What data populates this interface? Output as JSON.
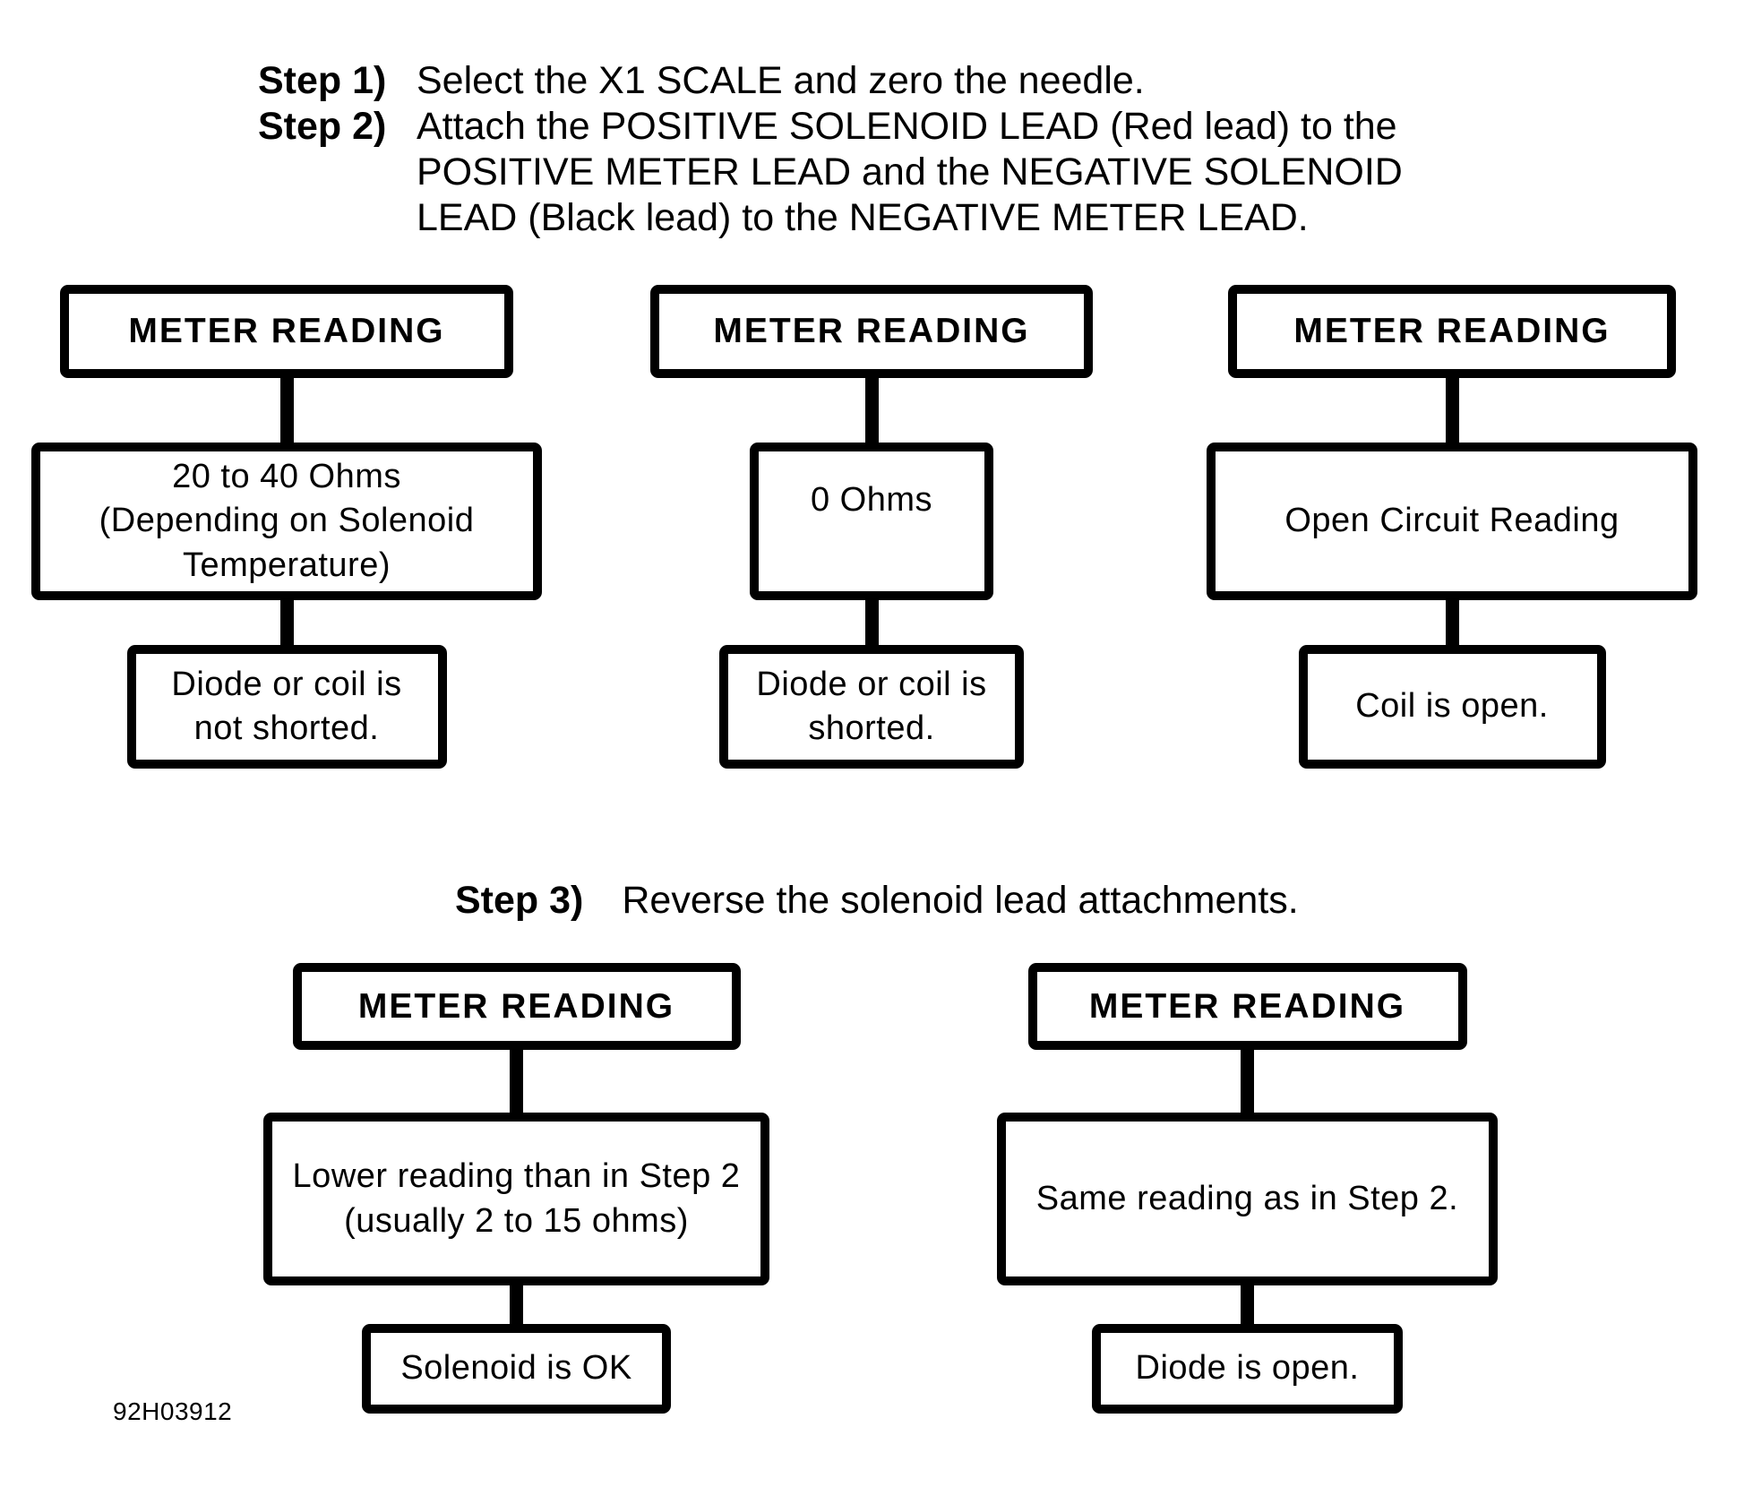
{
  "colors": {
    "ink": "#000000",
    "paper": "#ffffff"
  },
  "instructions": {
    "step1": {
      "label": "Step 1)",
      "text": "Select the X1 SCALE and zero the needle."
    },
    "step2": {
      "label": "Step 2)",
      "line1": "Attach the POSITIVE SOLENOID LEAD (Red lead) to the",
      "line2": "POSITIVE METER LEAD and the NEGATIVE SOLENOID",
      "line3": "LEAD (Black lead) to the NEGATIVE METER LEAD."
    },
    "step3": {
      "label": "Step 3)",
      "text": "Reverse the solenoid lead attachments."
    }
  },
  "flowcharts": {
    "step2_results": [
      {
        "title": "METER READING",
        "reading": "20 to 40 Ohms\n(Depending on Solenoid\nTemperature)",
        "conclusion": "Diode or coil is\nnot shorted."
      },
      {
        "title": "METER READING",
        "reading": "0 Ohms",
        "conclusion": "Diode or coil is\nshorted."
      },
      {
        "title": "METER READING",
        "reading": "Open Circuit Reading",
        "conclusion": "Coil is open."
      }
    ],
    "step3_results": [
      {
        "title": "METER READING",
        "reading": "Lower reading than in Step 2\n(usually 2 to 15 ohms)",
        "conclusion": "Solenoid is OK"
      },
      {
        "title": "METER READING",
        "reading": "Same reading as in Step 2.",
        "conclusion": "Diode is open."
      }
    ]
  },
  "figure_code": "92H03912"
}
